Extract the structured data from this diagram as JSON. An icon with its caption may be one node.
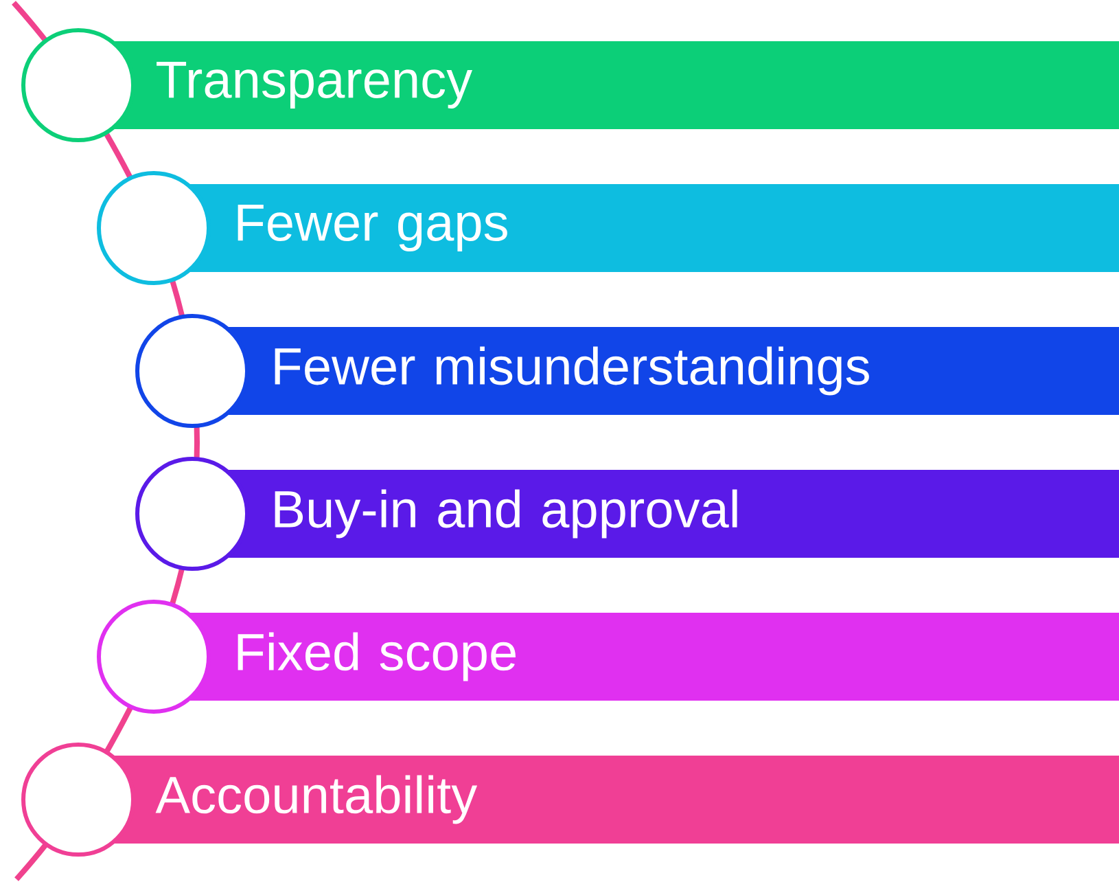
{
  "diagram": {
    "nodes": [
      {
        "text": [
          "Transparency"
        ]
      },
      {
        "text": [
          "Fewer gaps"
        ]
      },
      {
        "text": [
          "Fewer misunderstandings"
        ]
      },
      {
        "text": [
          "Buy-in and approval"
        ]
      },
      {
        "text": [
          "Fixed scope"
        ]
      },
      {
        "text": [
          "Accountability"
        ]
      }
    ]
  }
}
